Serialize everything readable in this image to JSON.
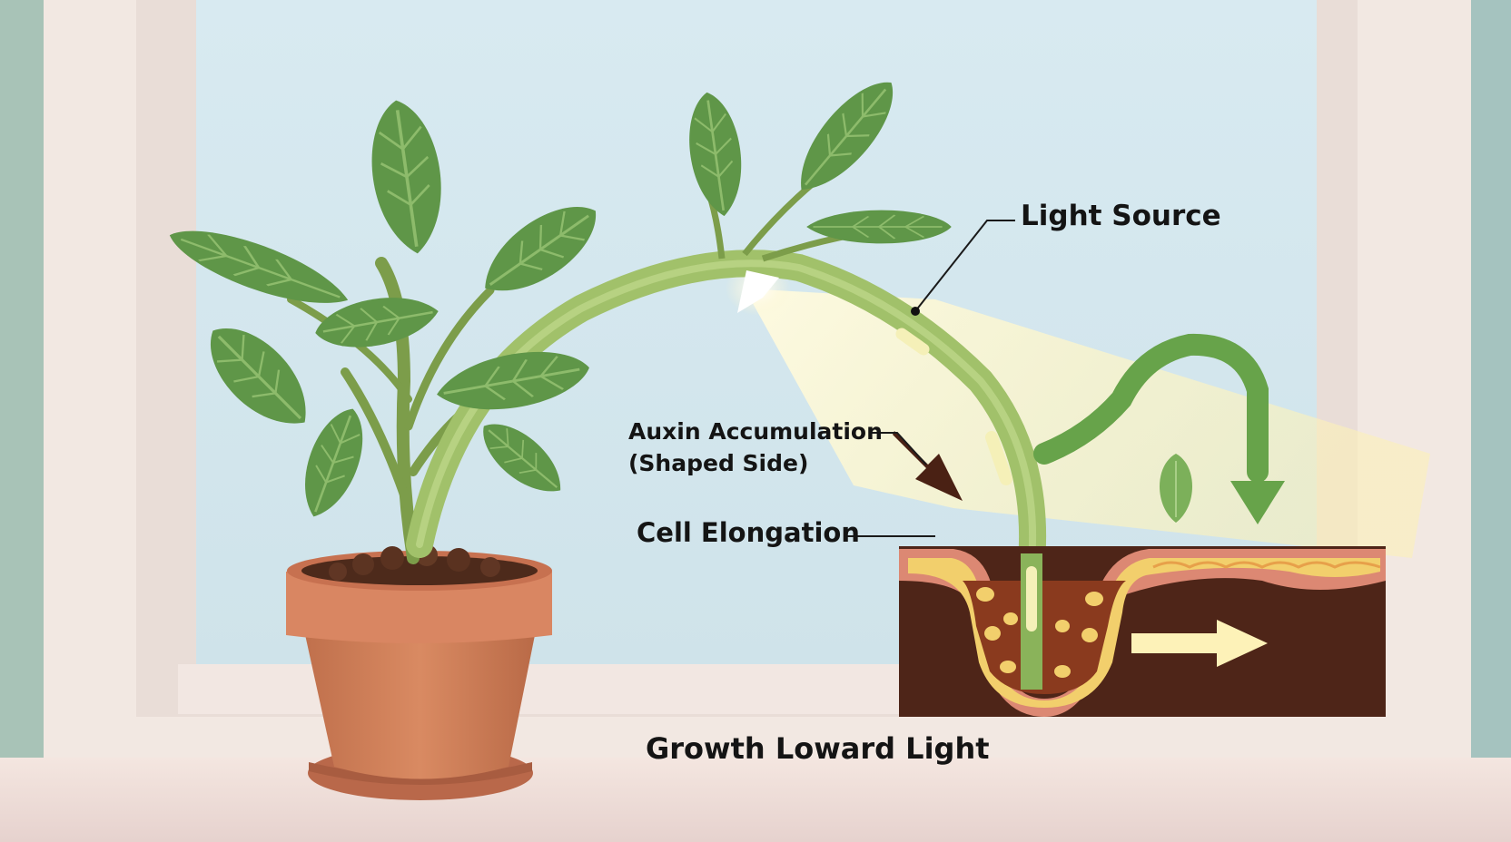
{
  "labels": {
    "light_source": "Light Source",
    "auxin_line1": "Auxin Accumulation",
    "auxin_line2": "(Shaped Side)",
    "cell_elongation": "Cell Elongation",
    "caption": "Growth Loward Light"
  },
  "colors": {
    "sky": "#d7e9ef",
    "window_frame": "#f1e6df",
    "leaf": "#5f9648",
    "stem": "#8fb35a",
    "pot": "#cf7f58",
    "soil": "#4a2418",
    "tissue_pink": "#dc8873",
    "tissue_yellow": "#f2cf6c",
    "light_beam": "#fff6c8",
    "arrow_green": "#67a34a",
    "arrow_dark": "#4a2114",
    "arrow_cream": "#fdf2b8"
  },
  "icons": [
    "leaf-icon",
    "curved-arrow-icon",
    "down-arrow-icon",
    "right-arrow-icon"
  ]
}
